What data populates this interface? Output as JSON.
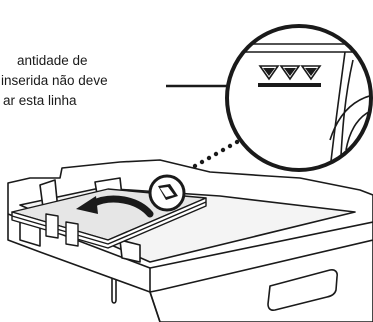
{
  "caption": {
    "line1": "antidade de",
    "line2": "inserida não deve",
    "line3": "ar esta linha"
  },
  "icons": {
    "limit_mark": "triple-triangle-fill-limit-mark-icon",
    "load_arrow": "curved-arrow-icon"
  },
  "colors": {
    "ink": "#1a1a1a",
    "paper_shade": "#e6e6e6",
    "tray_fill": "#ffffff"
  }
}
